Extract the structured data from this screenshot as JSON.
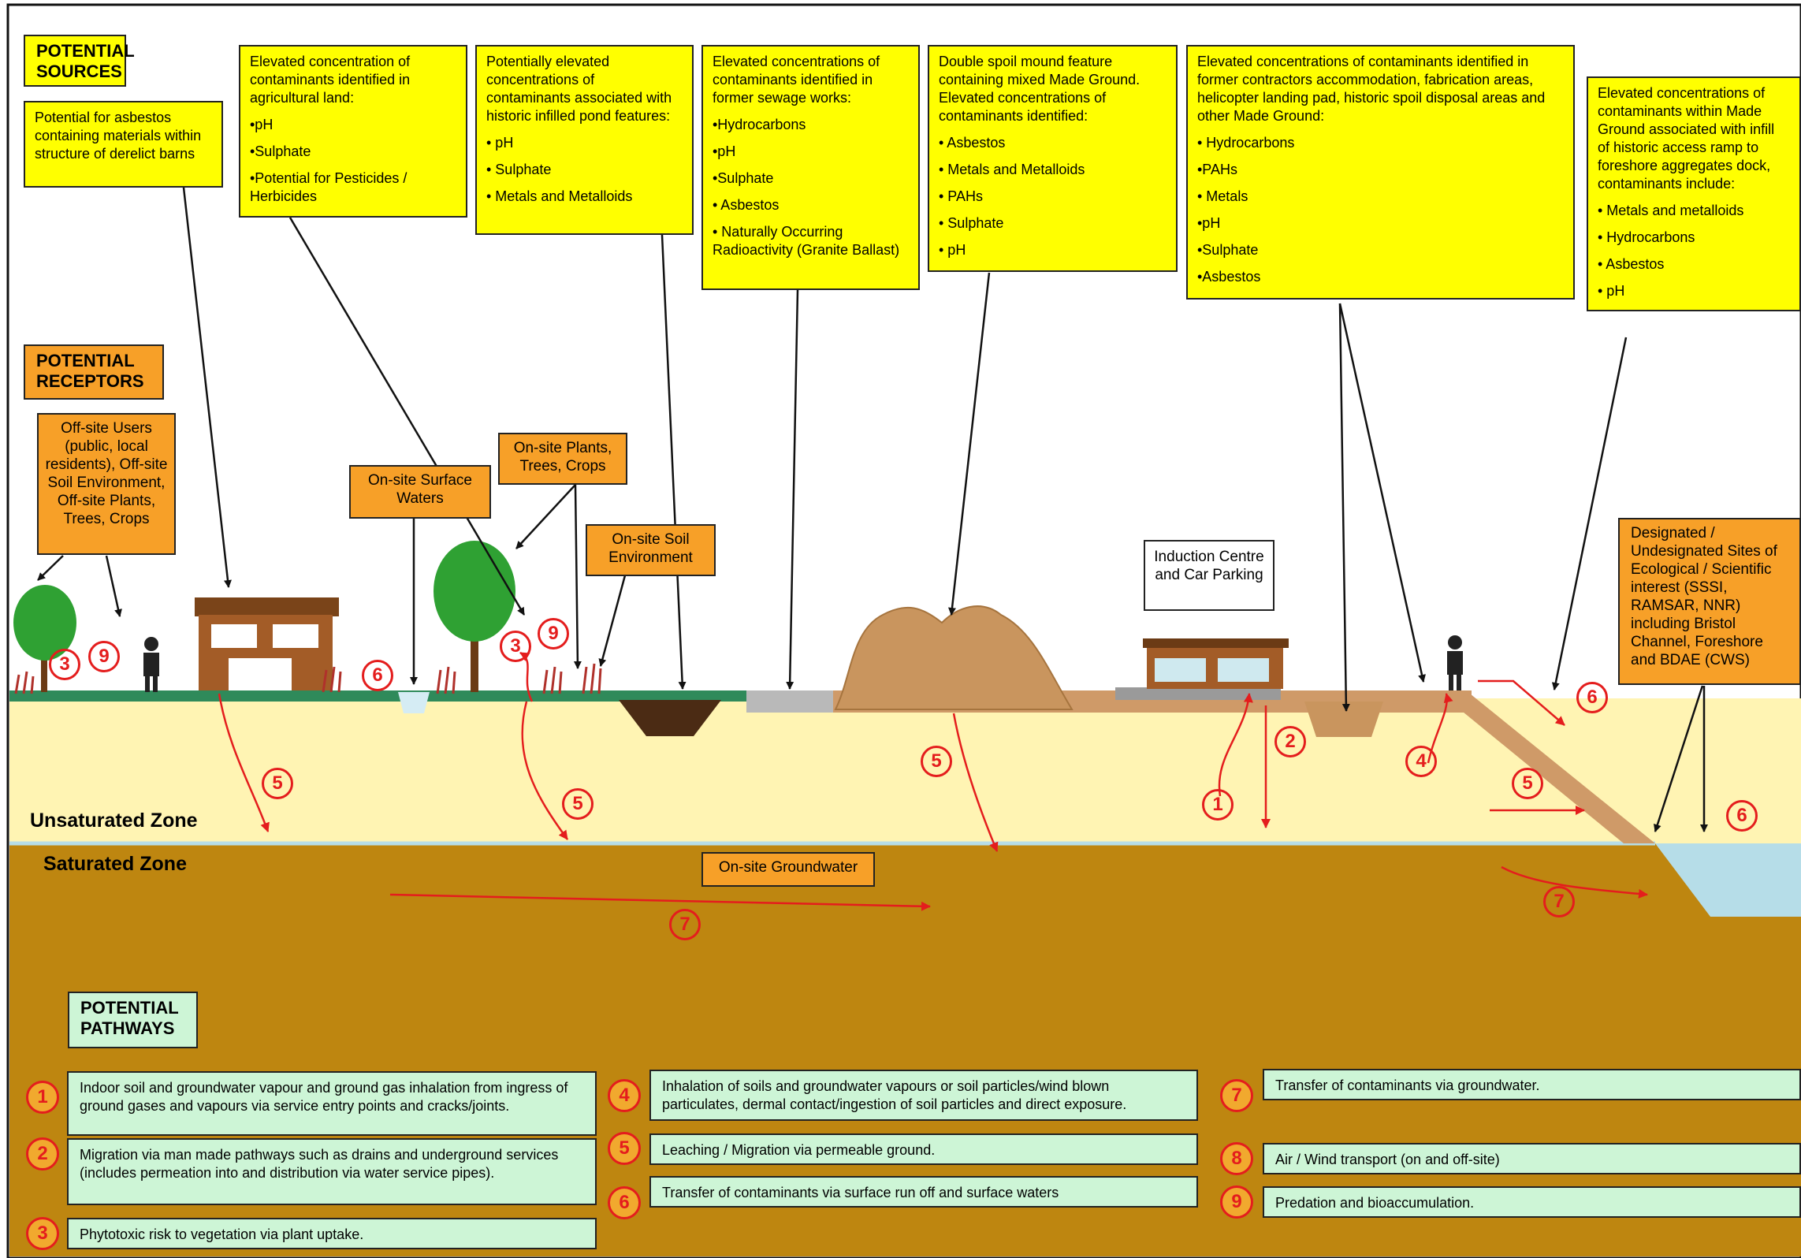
{
  "sources": {
    "heading": "POTENTIAL SOURCES",
    "barns": "Potential for asbestos containing materials within structure of derelict barns",
    "agri": {
      "title": "Elevated concentration of contaminants identified in agricultural land:",
      "items": [
        "•pH",
        "•Sulphate",
        "•Potential for Pesticides / Herbicides"
      ]
    },
    "pond": {
      "title": "Potentially elevated concentrations of contaminants associated with historic infilled pond features:",
      "items": [
        "• pH",
        "• Sulphate",
        "• Metals and Metalloids"
      ]
    },
    "sewage": {
      "title": "Elevated concentrations of contaminants identified in former sewage works:",
      "items": [
        "•Hydrocarbons",
        "•pH",
        "•Sulphate",
        "• Asbestos",
        "• Naturally Occurring Radioactivity (Granite Ballast)"
      ]
    },
    "spoil": {
      "title": "Double spoil mound feature containing mixed Made Ground. Elevated concentrations of contaminants identified:",
      "items": [
        "• Asbestos",
        "• Metals and Metalloids",
        "• PAHs",
        "•  Sulphate",
        "• pH"
      ]
    },
    "contractors": {
      "title": "Elevated concentrations of contaminants identified in former contractors accommodation, fabrication areas, helicopter landing pad, historic spoil disposal areas and other Made Ground:",
      "items": [
        "• Hydrocarbons",
        "•PAHs",
        "• Metals",
        "•pH",
        "•Sulphate",
        "•Asbestos"
      ]
    },
    "ramp": {
      "title": "Elevated concentrations of contaminants within Made Ground associated with infill of historic access ramp to foreshore aggregates dock, contaminants include:",
      "items": [
        "• Metals and metalloids",
        "• Hydrocarbons",
        "• Asbestos",
        "• pH"
      ]
    }
  },
  "receptors": {
    "heading": "POTENTIAL RECEPTORS",
    "offsite": "Off-site Users (public, local residents), Off-site Soil Environment, Off-site Plants, Trees, Crops",
    "surface_waters": "On-site Surface Waters",
    "plants": "On-site Plants, Trees, Crops",
    "soil": "On-site Soil Environment",
    "groundwater": "On-site Groundwater",
    "sites": "Designated / Undesignated Sites of Ecological / Scientific interest (SSSI, RAMSAR, NNR) including Bristol Channel, Foreshore and BDAE (CWS)",
    "induction": "Induction Centre and Car Parking"
  },
  "zones": {
    "unsaturated": "Unsaturated Zone",
    "saturated": "Saturated Zone"
  },
  "markers": {
    "m1": "1",
    "m2": "2",
    "m3": "3",
    "m4": "4",
    "m5": "5",
    "m6": "6",
    "m7": "7",
    "m9": "9"
  },
  "pathways": {
    "heading": "POTENTIAL PATHWAYS",
    "items": [
      {
        "num": "1",
        "text": "Indoor soil and groundwater vapour and ground gas inhalation from ingress of ground gases and vapours via service entry points and cracks/joints."
      },
      {
        "num": "2",
        "text": "Migration via man made pathways such as drains and underground services (includes permeation into and distribution via water service pipes)."
      },
      {
        "num": "3",
        "text": "Phytotoxic risk to vegetation via plant uptake."
      },
      {
        "num": "4",
        "text": "Inhalation of soils and groundwater vapours or soil particles/wind blown particulates, dermal contact/ingestion of soil particles and direct exposure."
      },
      {
        "num": "5",
        "text": "Leaching / Migration via permeable ground."
      },
      {
        "num": "6",
        "text": "Transfer of contaminants via surface run off  and surface waters"
      },
      {
        "num": "7",
        "text": "Transfer of contaminants via groundwater."
      },
      {
        "num": "8",
        "text": "Air / Wind transport (on and off-site)"
      },
      {
        "num": "9",
        "text": "Predation and bioaccumulation."
      }
    ]
  },
  "colors": {
    "source_box": "#ffff00",
    "receptor_box": "#f7a028",
    "pathway_box": "#cdf5d6",
    "saturated": "#be8610",
    "unsaturated": "#fff4b3",
    "marker": "#e41d1d"
  }
}
